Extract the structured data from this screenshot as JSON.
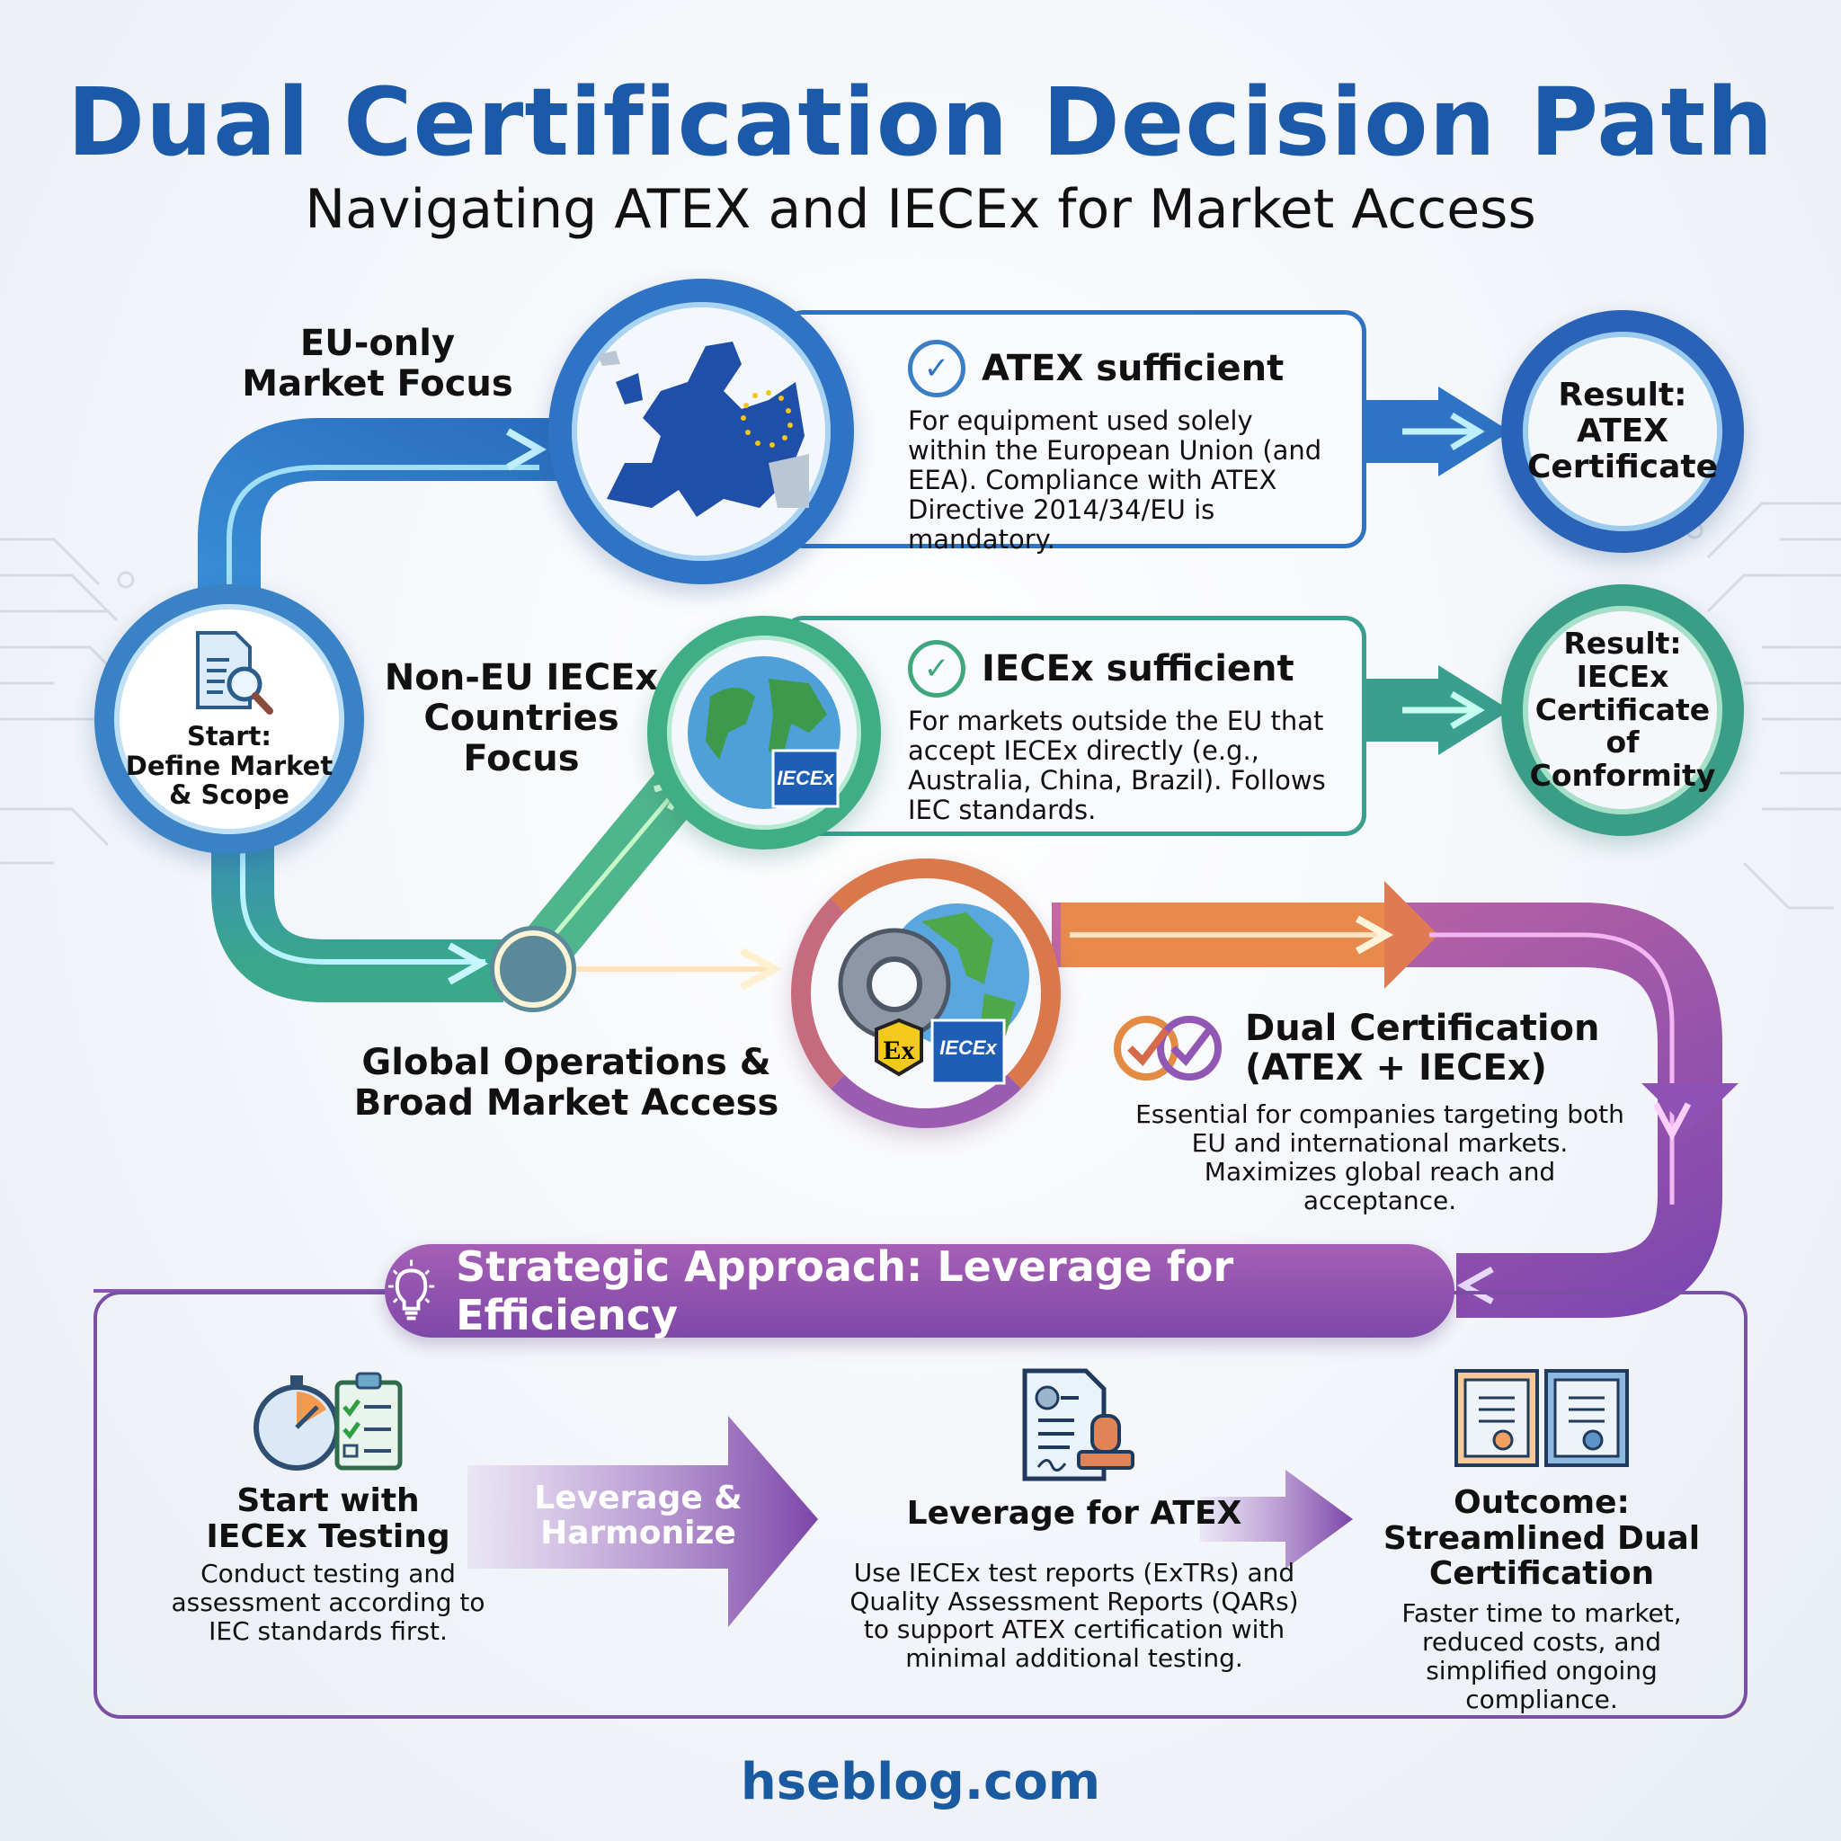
{
  "header": {
    "title": "Dual Certification Decision Path",
    "subtitle": "Navigating ATEX and IECEx for Market Access"
  },
  "start": {
    "icon": "document-search-icon",
    "line1": "Start:",
    "line2": "Define Market",
    "line3": "& Scope"
  },
  "paths": [
    {
      "id": "eu",
      "color": "#2f7fc8",
      "label_line1": "EU-only",
      "label_line2": "Market Focus",
      "icon": "europe-map-icon",
      "card_title": "ATEX sufficient",
      "card_text": "For equipment used solely within the European Union (and EEA). Compliance with ATEX Directive 2014/34/EU is mandatory.",
      "result_lines": [
        "Result:",
        "ATEX",
        "Certificate"
      ]
    },
    {
      "id": "noneu",
      "color": "#3aa88a",
      "label_line1": "Non-EU IECEx",
      "label_line2": "Countries",
      "label_line3": "Focus",
      "icon": "globe-iecex-icon",
      "badge": "IECEx",
      "card_title": "IECEx sufficient",
      "card_text": "For markets outside the EU that accept IECEx directly (e.g., Australia, China, Brazil). Follows IEC standards.",
      "result_lines": [
        "Result:",
        "IECEx",
        "Certificate of",
        "Conformity"
      ]
    },
    {
      "id": "global",
      "color": "#e47e3c",
      "label_line1": "Global Operations &",
      "label_line2": "Broad Market Access",
      "icon": "gear-globe-icon",
      "badge_ex": "Ex",
      "badge_iecex": "IECEx",
      "card_title_line1": "Dual Certification",
      "card_title_line2": "(ATEX + IECEx)",
      "card_text": "Essential for companies targeting both EU and international markets. Maximizes global reach and acceptance."
    }
  ],
  "strategy": {
    "banner": "Strategic Approach: Leverage for Efficiency",
    "arrow1_line1": "Leverage &",
    "arrow1_line2": "Harmonize",
    "steps": [
      {
        "icon": "stopwatch-checklist-icon",
        "title_line1": "Start with",
        "title_line2": "IECEx Testing",
        "text": "Conduct testing and assessment according to IEC standards first."
      },
      {
        "icon": "document-stamp-icon",
        "title_line1": "Leverage for ATEX",
        "text": "Use IECEx test reports (ExTRs) and Quality Assessment Reports (QARs) to support ATEX certification with minimal additional testing."
      },
      {
        "icon": "dual-certificates-icon",
        "title_line1": "Outcome:",
        "title_line2": "Streamlined Dual",
        "title_line3": "Certification",
        "text": "Faster time to market, reduced costs, and simplified ongoing compliance."
      }
    ]
  },
  "footer": {
    "site": "hseblog.com"
  },
  "colors": {
    "title_blue": "#1a5aa8",
    "eu_blue": "#2f7fc8",
    "iecex_green": "#3aa88a",
    "global_orange": "#e47e3c",
    "strategy_purple": "#8a4fb0"
  }
}
